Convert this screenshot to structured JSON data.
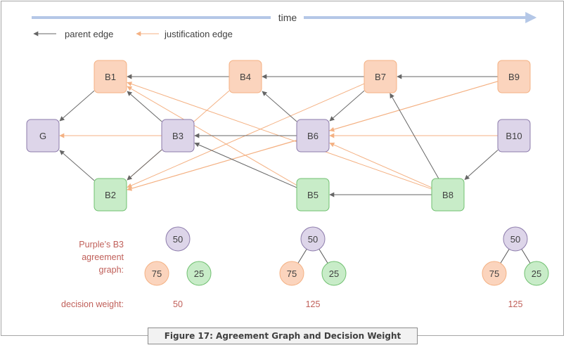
{
  "timeline": {
    "label": "time"
  },
  "legend": {
    "parent_edge": "parent edge",
    "justification_edge": "justification edge"
  },
  "colors": {
    "orange_fill": "#fbd4bd",
    "orange_stroke": "#f4b183",
    "purple_fill": "#ddd5e9",
    "purple_stroke": "#8c7bab",
    "green_fill": "#c8ecc8",
    "green_stroke": "#70c070",
    "parent_edge": "#666666",
    "justification_edge": "#f4b183",
    "timeline": "#b4c7e7",
    "annotation_text": "#c0605a"
  },
  "blocks": [
    {
      "id": "G",
      "label": "G",
      "color": "purple"
    },
    {
      "id": "B1",
      "label": "B1",
      "color": "orange"
    },
    {
      "id": "B2",
      "label": "B2",
      "color": "green"
    },
    {
      "id": "B3",
      "label": "B3",
      "color": "purple"
    },
    {
      "id": "B4",
      "label": "B4",
      "color": "orange"
    },
    {
      "id": "B5",
      "label": "B5",
      "color": "green"
    },
    {
      "id": "B6",
      "label": "B6",
      "color": "purple"
    },
    {
      "id": "B7",
      "label": "B7",
      "color": "orange"
    },
    {
      "id": "B8",
      "label": "B8",
      "color": "green"
    },
    {
      "id": "B9",
      "label": "B9",
      "color": "orange"
    },
    {
      "id": "B10",
      "label": "B10",
      "color": "purple"
    }
  ],
  "parent_edges": [
    [
      "B1",
      "G"
    ],
    [
      "B2",
      "G"
    ],
    [
      "B3",
      "B1"
    ],
    [
      "B3",
      "B2"
    ],
    [
      "B4",
      "B1"
    ],
    [
      "B5",
      "B3"
    ],
    [
      "B6",
      "B4"
    ],
    [
      "B6",
      "B3"
    ],
    [
      "B7",
      "B4"
    ],
    [
      "B7",
      "B6"
    ],
    [
      "B8",
      "B7"
    ],
    [
      "B8",
      "B5"
    ],
    [
      "B9",
      "B7"
    ],
    [
      "B10",
      "B8"
    ]
  ],
  "justification_edges": [
    [
      "B4",
      "B2"
    ],
    [
      "B5",
      "B1"
    ],
    [
      "B6",
      "B2"
    ],
    [
      "B6",
      "G"
    ],
    [
      "B7",
      "B2"
    ],
    [
      "B8",
      "B1"
    ],
    [
      "B8",
      "B6"
    ],
    [
      "B9",
      "B2"
    ],
    [
      "B9",
      "B6"
    ],
    [
      "B10",
      "B6"
    ],
    [
      "B7",
      "B1"
    ]
  ],
  "annotations": {
    "agreement_label": [
      "Purple’s B3",
      "agreement",
      "graph:"
    ],
    "decision_weight_label": "decision weight:"
  },
  "agreement_graphs": [
    {
      "top": {
        "value": "50",
        "color": "purple"
      },
      "left": {
        "value": "75",
        "color": "orange"
      },
      "right": {
        "value": "25",
        "color": "green"
      },
      "connect_left": false,
      "connect_right": false,
      "weight": "50"
    },
    {
      "top": {
        "value": "50",
        "color": "purple"
      },
      "left": {
        "value": "75",
        "color": "orange"
      },
      "right": {
        "value": "25",
        "color": "green"
      },
      "connect_left": true,
      "connect_right": true,
      "weight": "125"
    },
    {
      "top": {
        "value": "50",
        "color": "purple"
      },
      "left": {
        "value": "75",
        "color": "orange"
      },
      "right": {
        "value": "25",
        "color": "green"
      },
      "connect_left": true,
      "connect_right": true,
      "weight": "125"
    }
  ],
  "caption": "Figure 17: Agreement Graph and Decision Weight"
}
